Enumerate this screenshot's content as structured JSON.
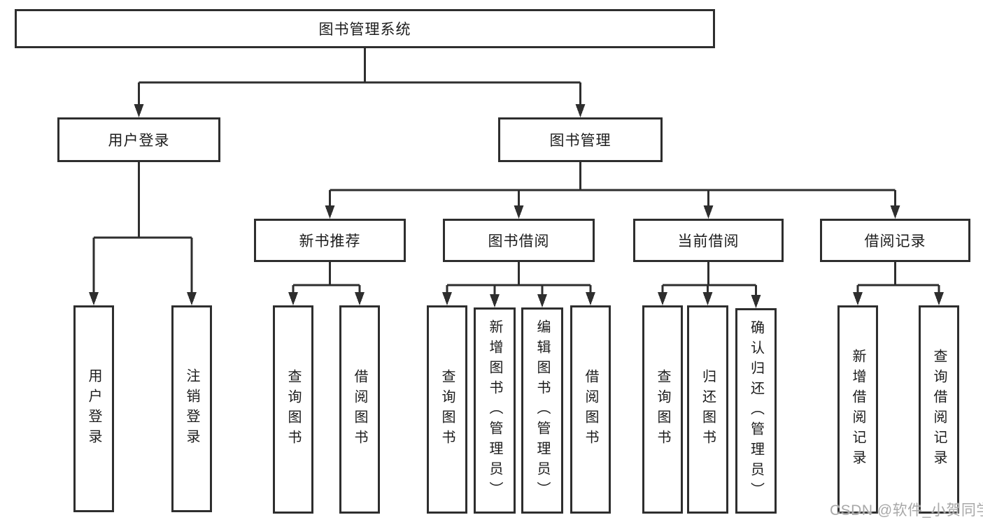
{
  "diagram": {
    "root": {
      "label": "图书管理系统",
      "children": [
        {
          "label": "用户登录",
          "children": [
            {
              "label": "用户登录"
            },
            {
              "label": "注销登录"
            }
          ]
        },
        {
          "label": "图书管理",
          "children": [
            {
              "label": "新书推荐",
              "children": [
                {
                  "label": "查询图书"
                },
                {
                  "label": "借阅图书"
                }
              ]
            },
            {
              "label": "图书借阅",
              "children": [
                {
                  "label": "查询图书"
                },
                {
                  "label": "新增图书（管理员）"
                },
                {
                  "label": "编辑图书（管理员）"
                },
                {
                  "label": "借阅图书"
                }
              ]
            },
            {
              "label": "当前借阅",
              "children": [
                {
                  "label": "查询图书"
                },
                {
                  "label": "归还图书"
                },
                {
                  "label": "确认归还（管理员）"
                }
              ]
            },
            {
              "label": "借阅记录",
              "children": [
                {
                  "label": "新增借阅记录"
                },
                {
                  "label": "查询借阅记录"
                }
              ]
            }
          ]
        }
      ]
    }
  },
  "watermark": {
    "text": "CSDN @软件_小贺同学"
  },
  "colors": {
    "line": "#2e2e2e",
    "text": "#1c1c1c",
    "background": "#ffffff",
    "watermark": "#a8a8a8"
  }
}
